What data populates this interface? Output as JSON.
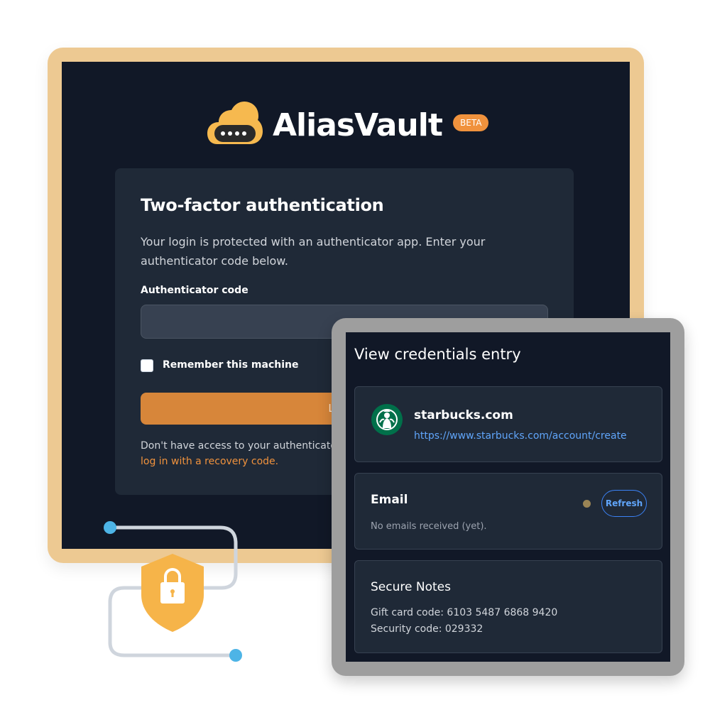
{
  "colors": {
    "accent": "#f0923d",
    "login_button": "#d7863a",
    "link": "#60a5fa",
    "background_dark": "#111827",
    "card": "#1f2937",
    "login_frame": "#edc992",
    "credentials_frame": "#9e9e9e",
    "shield": "#f6b449",
    "connector_dot": "#4db4e6"
  },
  "login": {
    "brand": {
      "name": "AliasVault",
      "badge": "BETA",
      "logo_icon": "cloud-key-icon"
    },
    "card": {
      "title": "Two-factor authentication",
      "description": "Your login is protected with an authenticator app. Enter your authenticator code below.",
      "code_label": "Authenticator code",
      "code_value": "",
      "remember_label": "Remember this machine",
      "remember_checked": false,
      "login_button_label": "Log in",
      "help_text": "Don't have access to your authenticator device? You can",
      "recovery_link": "log in with a recovery code."
    }
  },
  "decoration": {
    "shield_icon": "shield-lock-icon"
  },
  "credentials": {
    "title": "View credentials entry",
    "site": {
      "name": "starbucks.com",
      "url": "https://www.starbucks.com/account/create",
      "logo_icon": "starbucks-logo-icon"
    },
    "email": {
      "heading": "Email",
      "refresh_label": "Refresh",
      "empty_text": "No emails received (yet)."
    },
    "notes": {
      "heading": "Secure Notes",
      "lines": [
        "Gift card code: 6103 5487 6868 9420",
        "Security code: 029332"
      ]
    }
  }
}
